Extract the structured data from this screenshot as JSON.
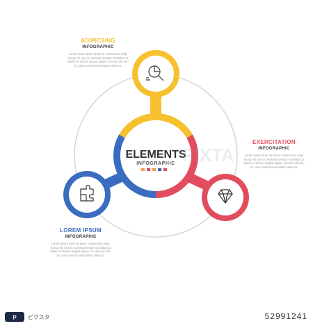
{
  "center": {
    "title": "ELEMENTS",
    "subtitle": "INFOGRAPHIC"
  },
  "colors": {
    "yellow": "#f6c02f",
    "red": "#e24d5e",
    "blue": "#3a6cc0",
    "ring": "#d6d6d6",
    "dot_red": "#e24d5e",
    "dot_orange": "#f59a50",
    "dot_blue": "#3a6cc0"
  },
  "steps": [
    {
      "title": "ADIPICSING",
      "subtitle": "INFOGRAPHIC",
      "color": "#f6c02f",
      "icon": "magnifier-chart-icon",
      "desc": [
        "Lorem ipsum dolor sit amet, consectetur adip-",
        "iscing elit, sed do eiusmod tempor incididunt ut",
        "labore et dolore magna aliqua. Ut enim ad min-",
        "im, quis nostrud exercitation ullamco."
      ]
    },
    {
      "title": "EXERCITATION",
      "subtitle": "INFOGRAPHIC",
      "color": "#e24d5e",
      "icon": "diamond-icon",
      "desc": [
        "Lorem ipsum dolor sit amet, consectetur adip-",
        "iscing elit, sed do eiusmod tempor incididunt ut",
        "labore et dolore magna aliqua. Ut enim ad min-",
        "im, quis nostrud exercitation ullamco."
      ]
    },
    {
      "title": "LOREM IPSUM",
      "subtitle": "INFOGRAPHIC",
      "color": "#3a6cc0",
      "icon": "puzzle-icon",
      "desc": [
        "Lorem ipsum dolor sit amet, consectetur adip-",
        "iscing elit, sed do eiusmod tempor incididunt ut",
        "labore et dolore magna aliqua. Ut enim ad min-",
        "im, quis nostrud exercitation ullamco."
      ]
    }
  ],
  "watermark": {
    "text": "PIXTA",
    "caption": "ピクスタ",
    "id": "52991241"
  }
}
